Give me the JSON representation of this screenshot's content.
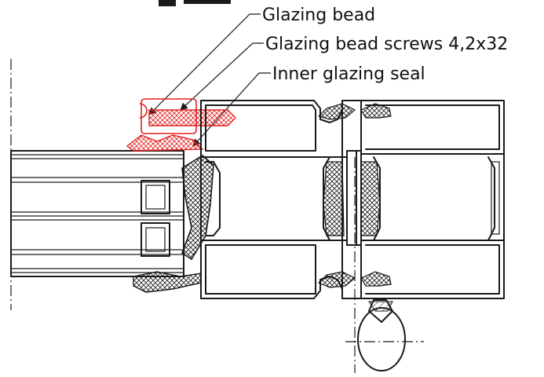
{
  "callouts": [
    {
      "label": "Glazing bead"
    },
    {
      "label": "Glazing bead screws 4,2x32"
    },
    {
      "label": "Inner glazing seal"
    }
  ],
  "colors": {
    "line": "#1a1a1a",
    "highlight": "#e02020",
    "background": "#ffffff"
  }
}
